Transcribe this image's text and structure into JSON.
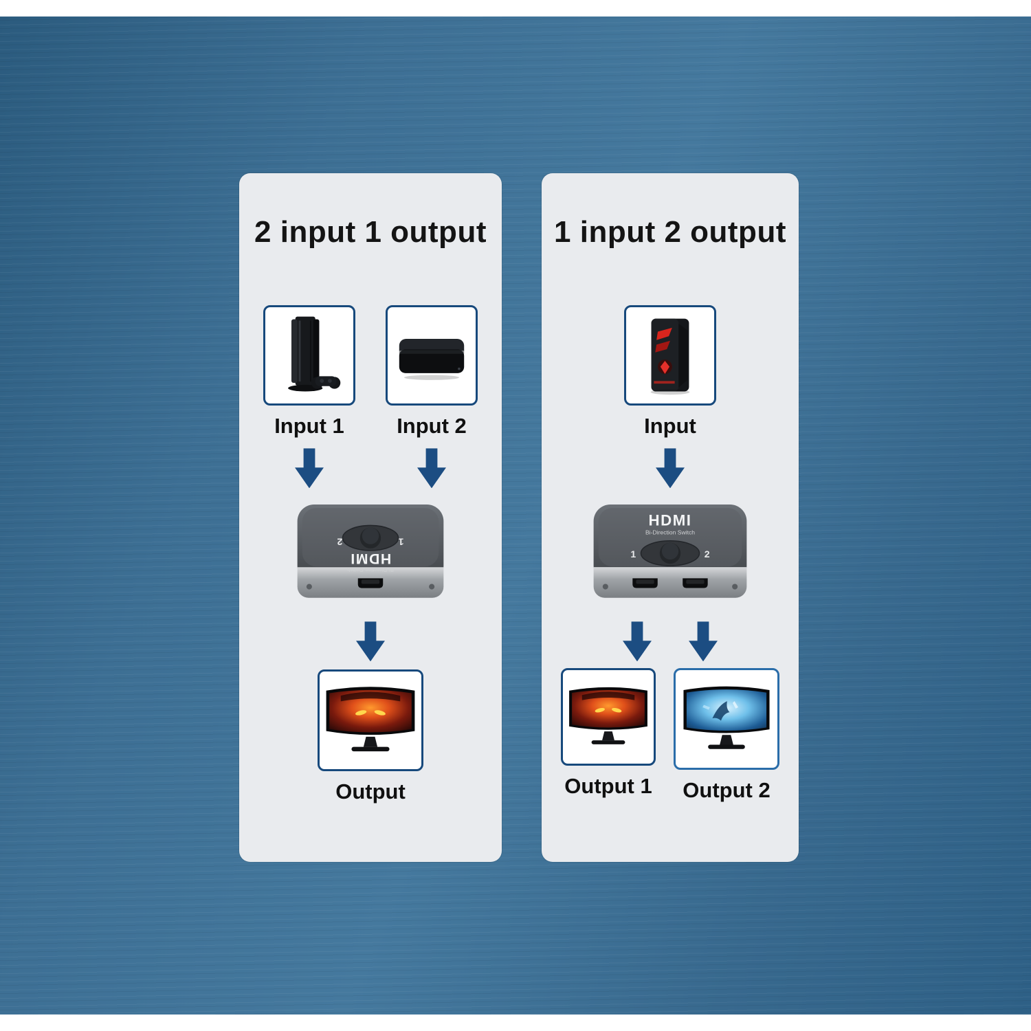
{
  "panels": {
    "left": {
      "title": "2 input 1 output",
      "input_labels": [
        "Input 1",
        "Input 2"
      ],
      "output_labels": [
        "Output"
      ]
    },
    "right": {
      "title": "1 input 2 output",
      "input_labels": [
        "Input"
      ],
      "output_labels": [
        "Output 1",
        "Output 2"
      ]
    }
  },
  "switch_device": {
    "brand": "HDMI",
    "subtitle": "Bi-Direction Switch",
    "button_labels": [
      "1",
      "2"
    ]
  },
  "icons": {
    "input1": "game-console-icon",
    "input2": "tv-box-icon",
    "input_pc": "gaming-pc-icon",
    "output_red": "monitor-red-icon",
    "output_blue": "monitor-blue-icon",
    "arrow": "down-arrow-icon"
  },
  "colors": {
    "background": "#3c6f94",
    "panel": "#e9ebee",
    "arrow": "#1c4d82",
    "box_border": "#17497c"
  }
}
